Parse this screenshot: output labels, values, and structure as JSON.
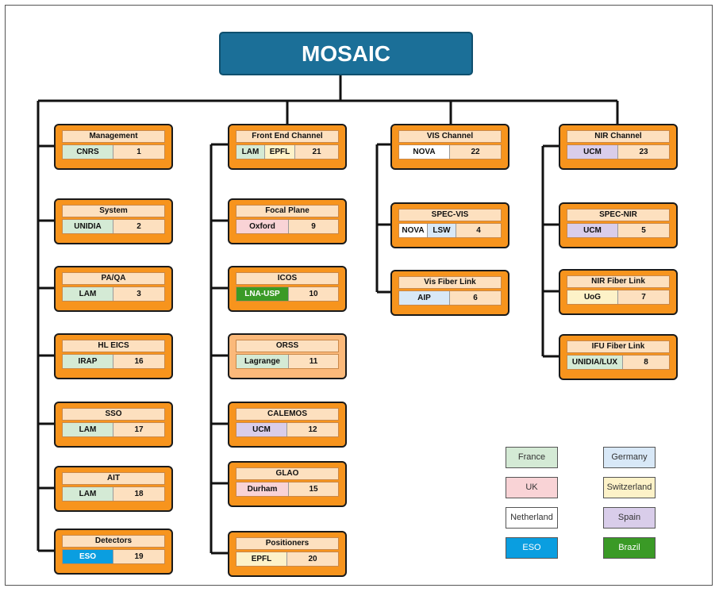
{
  "title": "MOSAIC",
  "columns": [
    {
      "nodes": [
        {
          "name": "Management",
          "cells": [
            {
              "label": "CNRS",
              "c": "fr"
            }
          ],
          "num": "1"
        },
        {
          "name": "System",
          "cells": [
            {
              "label": "UNIDIA",
              "c": "fr"
            }
          ],
          "num": "2"
        },
        {
          "name": "PA/QA",
          "cells": [
            {
              "label": "LAM",
              "c": "fr"
            }
          ],
          "num": "3"
        },
        {
          "name": "HL EICS",
          "cells": [
            {
              "label": "IRAP",
              "c": "fr"
            }
          ],
          "num": "16"
        },
        {
          "name": "SSO",
          "cells": [
            {
              "label": "LAM",
              "c": "fr"
            }
          ],
          "num": "17"
        },
        {
          "name": "AIT",
          "cells": [
            {
              "label": "LAM",
              "c": "fr"
            }
          ],
          "num": "18"
        },
        {
          "name": "Detectors",
          "cells": [
            {
              "label": "ESO",
              "c": "eso"
            }
          ],
          "num": "19"
        }
      ]
    },
    {
      "nodes": [
        {
          "name": "Front End Channel",
          "cells": [
            {
              "label": "LAM",
              "c": "fr"
            },
            {
              "label": "EPFL",
              "c": "ch"
            }
          ],
          "num": "21"
        },
        {
          "name": "Focal Plane",
          "cells": [
            {
              "label": "Oxford",
              "c": "uk"
            }
          ],
          "num": "9"
        },
        {
          "name": "ICOS",
          "cells": [
            {
              "label": "LNA-USP",
              "c": "br"
            }
          ],
          "num": "10"
        },
        {
          "name": "ORSS",
          "cells": [
            {
              "label": "Lagrange",
              "c": "fr"
            }
          ],
          "num": "11",
          "light": true
        },
        {
          "name": "CALEMOS",
          "cells": [
            {
              "label": "UCM",
              "c": "es"
            }
          ],
          "num": "12"
        },
        {
          "name": "GLAO",
          "cells": [
            {
              "label": "Durham",
              "c": "uk"
            }
          ],
          "num": "15"
        },
        {
          "name": "Positioners",
          "cells": [
            {
              "label": "EPFL",
              "c": "ch"
            }
          ],
          "num": "20"
        }
      ]
    },
    {
      "nodes": [
        {
          "name": "VIS Channel",
          "cells": [
            {
              "label": "NOVA",
              "c": "nl"
            }
          ],
          "num": "22"
        },
        {
          "name": "SPEC-VIS",
          "cells": [
            {
              "label": "NOVA",
              "c": "nl"
            },
            {
              "label": "LSW",
              "c": "de"
            }
          ],
          "num": "4"
        },
        {
          "name": "Vis Fiber Link",
          "cells": [
            {
              "label": "AIP",
              "c": "de"
            }
          ],
          "num": "6"
        }
      ]
    },
    {
      "nodes": [
        {
          "name": "NIR Channel",
          "cells": [
            {
              "label": "UCM",
              "c": "es"
            }
          ],
          "num": "23"
        },
        {
          "name": "SPEC-NIR",
          "cells": [
            {
              "label": "UCM",
              "c": "es"
            }
          ],
          "num": "5"
        },
        {
          "name": "NIR Fiber Link",
          "cells": [
            {
              "label": "UoG",
              "c": "ch"
            }
          ],
          "num": "7"
        },
        {
          "name": "IFU Fiber Link",
          "cells": [
            {
              "label": "UNIDIA/LUX",
              "c": "fr"
            }
          ],
          "num": "8"
        }
      ]
    }
  ],
  "legend": [
    {
      "label": "France",
      "c": "fr"
    },
    {
      "label": "Germany",
      "c": "de"
    },
    {
      "label": "UK",
      "c": "uk"
    },
    {
      "label": "Switzerland",
      "c": "ch"
    },
    {
      "label": "Netherland",
      "c": "nl"
    },
    {
      "label": "Spain",
      "c": "es"
    },
    {
      "label": "ESO",
      "c": "eso"
    },
    {
      "label": "Brazil",
      "c": "br"
    }
  ]
}
